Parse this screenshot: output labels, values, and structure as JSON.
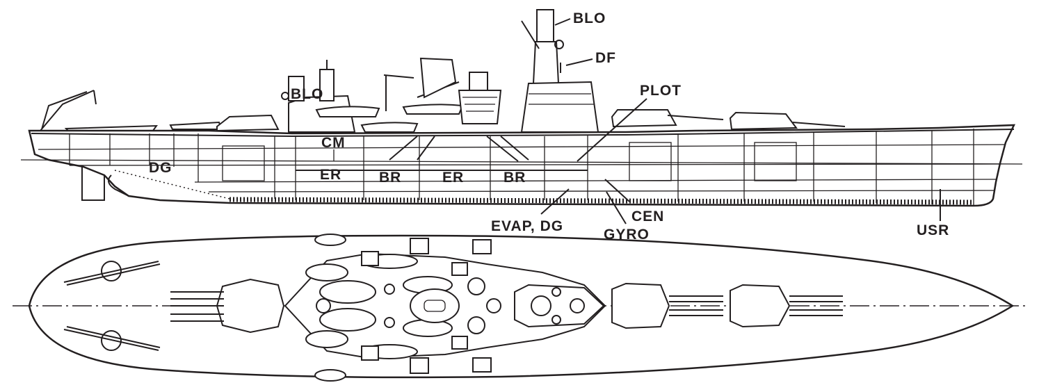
{
  "labels": {
    "blo_top": "BLO",
    "df": "DF",
    "blo_aft": "BLO",
    "plot": "PLOT",
    "cm": "CM",
    "dg": "DG",
    "er_aft": "ER",
    "br_aft": "BR",
    "er_fwd": "ER",
    "br_fwd": "BR",
    "evap_dg": "EVAP, DG",
    "cen": "CEN",
    "gyro": "GYRO",
    "usr": "USR"
  },
  "colors": {
    "ink": "#231f20",
    "paper": "#ffffff"
  }
}
